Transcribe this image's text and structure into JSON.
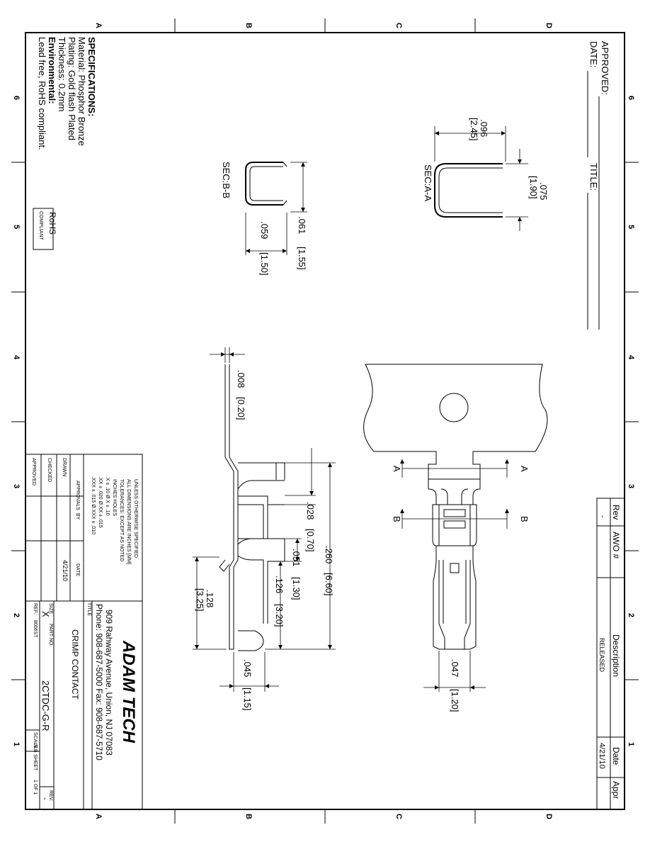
{
  "zones": {
    "letters": [
      "A",
      "B",
      "C",
      "D"
    ],
    "numbers": [
      "6",
      "5",
      "4",
      "3",
      "2",
      "1"
    ]
  },
  "specifications": {
    "heading": "SPECIFICATIONS:",
    "material": "Material: Phosphor Bronze",
    "plating": "Plating: Gold flash Plated",
    "thickness": "Thickness: 0.2mm",
    "env_heading": "Environmental:",
    "env_text": "Lead free, RoHS compliant.",
    "rohs": "RoHS",
    "rohs_sub": "COMPLIANT"
  },
  "approval": {
    "approved": "APPROVED:",
    "date": "DATE:",
    "title": "TITLE:"
  },
  "sections": {
    "a": "SEC:A-A",
    "b": "SEC:B-B"
  },
  "dims": {
    "d096": ".096",
    "d096m": "[2.45]",
    "d075": ".075",
    "d075m": "[1.90]",
    "d061": ".061",
    "d061m": "[1.55]",
    "d059": ".059",
    "d059m": "[1.50]",
    "d008": ".008",
    "d008m": "[0.20]",
    "d260": ".260",
    "d260m": "[6.60]",
    "d028": ".028",
    "d028m": "[0.70]",
    "d051": ".051",
    "d051m": "[1.30]",
    "d126": ".126",
    "d126m": "[3.20]",
    "d128": ".128",
    "d128m": "[3.25]",
    "d045": ".045",
    "d045m": "[1.15]",
    "d047": ".047",
    "d047m": "[1.20]"
  },
  "cut_labels": {
    "a": "A",
    "b": "B"
  },
  "revision": {
    "rev_h": "Rev",
    "awo_h": "AWO #",
    "desc_h": "Description",
    "date_h": "Date",
    "appr_h": "Appr",
    "rev_v": "-",
    "desc_v": "RELEASED",
    "date_v": "4/21/10"
  },
  "tolerance": {
    "l1": "UNLESS OTHERWISE SPECIFIED",
    "l2": "ALL DIMENSIONS ARE INCHES [MM]",
    "l3": "TOLERANCES: EXCEPT AS NOTED",
    "l4": "INCHES          HOLES",
    "l5": ".X    ± .10     Ø.X    ± .10",
    "l6": ".XX   ± .020    Ø.XX   ± .015",
    "l7": ".XXX  ± .015    Ø.XXX  ± .010",
    "approvals": "APPROVALS",
    "by": "BY",
    "date": "DATE",
    "drawn": "DRAWN",
    "checked": "CHECKED",
    "approved": "APPROVED",
    "drawn_date": "4/21/10"
  },
  "title_block": {
    "company": "ADAM TECH",
    "address": "909 Rahway Avenue, Union, NJ 07083",
    "phone": "Phone: 908-687-5000 Fax: 908-687-5710",
    "title_label": "TITLE",
    "title": "CRIMP CONTACT",
    "size_label": "SIZE",
    "size": "X",
    "part_label": "PART NO.",
    "part": "2CTDC-G-R",
    "rev_label": "REV.",
    "rev": "-",
    "ref_label": "REF.:",
    "ref": "8006ST",
    "scale_label": "SCALE:",
    "scale": "N.B",
    "sheet_label": "SHEET",
    "sheet": "1  OF  1"
  }
}
